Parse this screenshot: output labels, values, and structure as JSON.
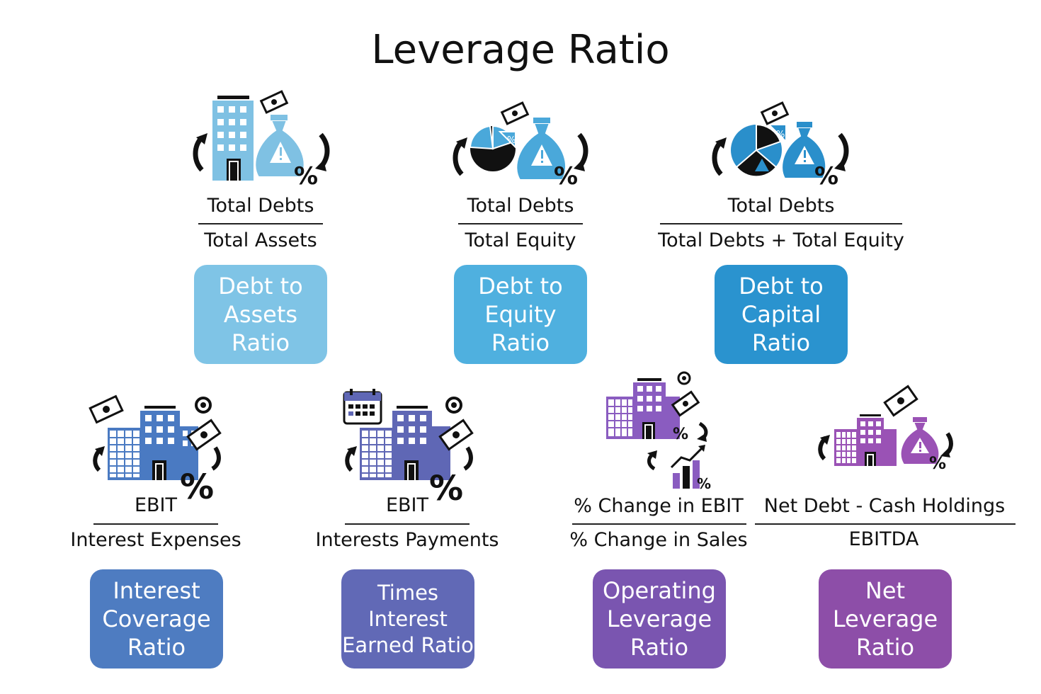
{
  "title": "Leverage Ratio",
  "cards": [
    {
      "numerator": "Total Debts",
      "denominator": "Total Assets",
      "label": [
        "Debt to",
        "Assets",
        "Ratio"
      ],
      "box_color": "#7fc4e6",
      "icon": "building-moneybag-icon",
      "accent": "#7fc1e3"
    },
    {
      "numerator": "Total Debts",
      "denominator": "Total Equity",
      "label": [
        "Debt to",
        "Equity",
        "Ratio"
      ],
      "box_color": "#4fb0df",
      "icon": "piechart-moneybag-icon",
      "accent": "#4aa8da"
    },
    {
      "numerator": "Total Debts",
      "denominator": "Total Debts + Total Equity",
      "label": [
        "Debt to",
        "Capital",
        "Ratio"
      ],
      "box_color": "#2a93cf",
      "icon": "piechart-moneybag-icon",
      "accent": "#2a8fcb"
    },
    {
      "numerator": "EBIT",
      "denominator": "Interest Expenses",
      "label": [
        "Interest",
        "Coverage",
        "Ratio"
      ],
      "box_color": "#4e7cc1",
      "icon": "buildings-cash-icon",
      "accent": "#4a7ac2"
    },
    {
      "numerator": "EBIT",
      "denominator": "Interests Payments",
      "label": [
        "Times",
        "Interest",
        "Earned Ratio"
      ],
      "box_color": "#6169b6",
      "icon": "buildings-calendar-icon",
      "accent": "#5f67b5"
    },
    {
      "numerator": "% Change in EBIT",
      "denominator": "% Change in Sales",
      "label": [
        "Operating",
        "Leverage",
        "Ratio"
      ],
      "box_color": "#7a55b0",
      "icon": "buildings-growth-chart-icon",
      "accent": "#8a5cc0"
    },
    {
      "numerator": "Net Debt - Cash Holdings",
      "denominator": "EBITDA",
      "label": [
        "Net",
        "Leverage",
        "Ratio"
      ],
      "box_color": "#8d4ea8",
      "icon": "buildings-moneybag-icon",
      "accent": "#9a52b5"
    }
  ],
  "percent_symbol": "%",
  "warning_symbol": "!"
}
